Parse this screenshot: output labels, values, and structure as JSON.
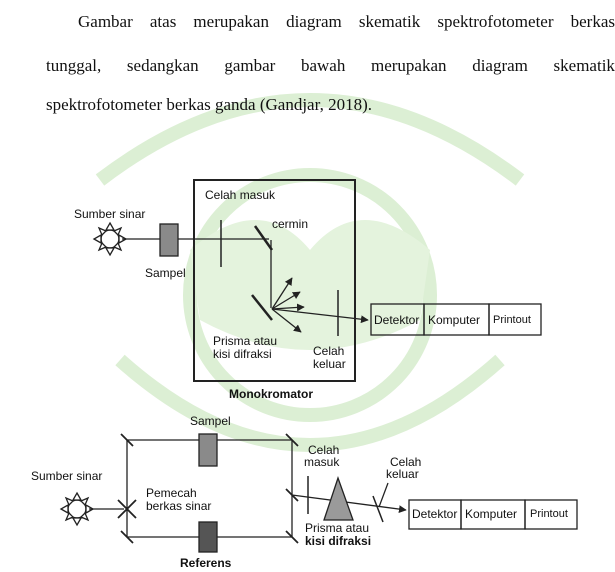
{
  "paragraph": {
    "line1_words": [
      "Gambar",
      "atas",
      "merupakan",
      "diagram",
      "skematik",
      "spektrofotometer",
      "berkas"
    ],
    "line2_words": [
      "tunggal,",
      "sedangkan",
      "gambar",
      "bawah",
      "merupakan",
      "diagram",
      "skematik"
    ],
    "line3": "spektrofotometer berkas ganda (Gandjar, 2018)."
  },
  "fig1": {
    "source": "Sumber sinar",
    "sample": "Sampel",
    "slit_in": "Celah masuk",
    "mirror": "cermin",
    "prism_line1": "Prisma atau",
    "prism_line2": "kisi difraksi",
    "slit_out_line1": "Celah",
    "slit_out_line2": "keluar",
    "box_title": "Monokromator",
    "detector": "Detektor",
    "computer": "Komputer",
    "printout": "Printout"
  },
  "fig2": {
    "source": "Sumber sinar",
    "sample": "Sampel",
    "splitter_line1": "Pemecah",
    "splitter_line2": "berkas sinar",
    "reference": "Referens",
    "slit_in_line1": "Celah",
    "slit_in_line2": "masuk",
    "slit_out_line1": "Celah",
    "slit_out_line2": "keluar",
    "prism_line1": "Prisma atau",
    "prism_line2": "kisi difraksi",
    "detector": "Detektor",
    "computer": "Komputer",
    "printout": "Printout"
  },
  "colors": {
    "watermark": "#dcefd4",
    "stroke": "#222222",
    "sample_fill": "#8a8a8a",
    "prism_fill": "#9a9a9a",
    "text": "#111111"
  }
}
